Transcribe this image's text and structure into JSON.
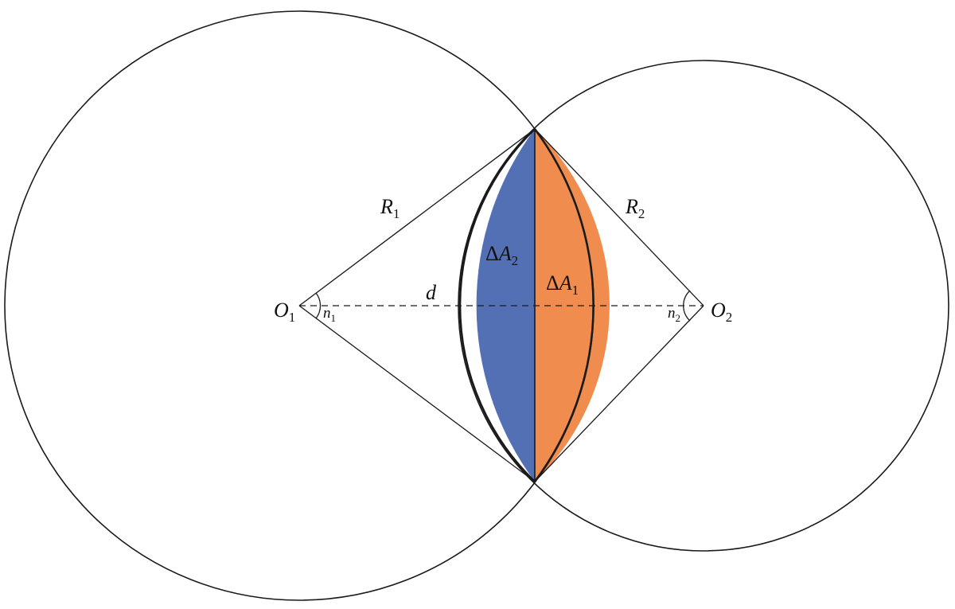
{
  "labels": {
    "r1": {
      "main": "R",
      "sub": "1"
    },
    "r2": {
      "main": "R",
      "sub": "2"
    },
    "o1": {
      "main": "O",
      "sub": "1"
    },
    "o2": {
      "main": "O",
      "sub": "2"
    },
    "n1": {
      "main": "n",
      "sub": "1"
    },
    "n2": {
      "main": "n",
      "sub": "2"
    },
    "d": "d",
    "dA1": {
      "delta": "Δ",
      "main": "A",
      "sub": "1"
    },
    "dA2": {
      "delta": "Δ",
      "main": "A",
      "sub": "2"
    }
  },
  "colors": {
    "line": "#1a1a1a",
    "region_dA2": "#5470b5",
    "region_dA1": "#f08c4e",
    "background": "#ffffff"
  }
}
